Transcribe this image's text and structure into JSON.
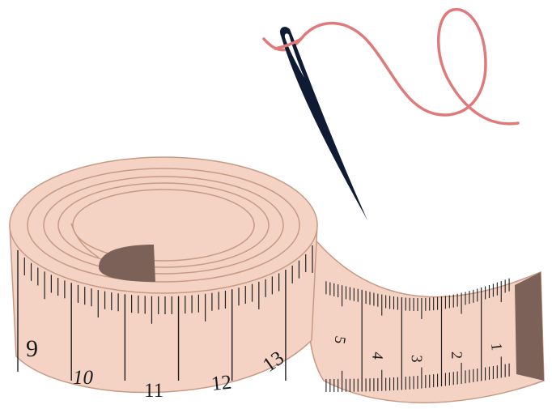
{
  "colors": {
    "tape": "#f5d3c4",
    "tape_edge": "#c79a86",
    "tape_dark_end": "#7b6158",
    "tick": "#1f1f1f",
    "needle": "#0f1a33",
    "thread": "#e07a7a",
    "background": "#ffffff"
  },
  "icons": {
    "needle": "sewing-needle-icon",
    "thread": "thread-icon",
    "tape": "measuring-tape-icon"
  },
  "roll_numbers": {
    "n9": "9",
    "n10": "10",
    "n11": "11",
    "n12": "12",
    "n13": "13"
  },
  "strip_numbers": {
    "n5": "5",
    "n4": "4",
    "n3": "3",
    "n2": "2",
    "n1": "1"
  }
}
